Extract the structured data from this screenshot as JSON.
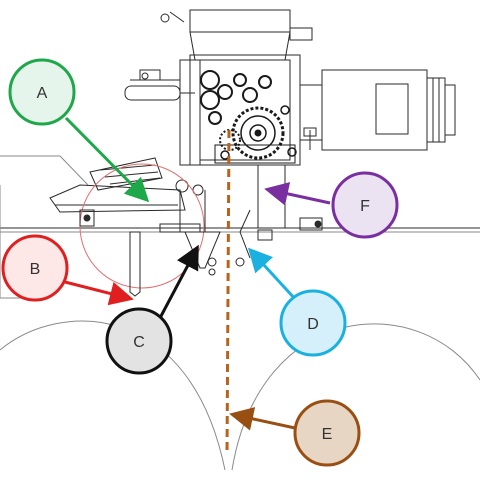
{
  "callouts": [
    {
      "id": "A",
      "label": "A",
      "color": "#1ea84a",
      "fill": "#e6f5ec"
    },
    {
      "id": "B",
      "label": "B",
      "color": "#e02020",
      "fill": "#fde7e7"
    },
    {
      "id": "C",
      "label": "C",
      "color": "#111111",
      "fill": "#e3e3e3"
    },
    {
      "id": "D",
      "label": "D",
      "color": "#1ab0e0",
      "fill": "#d6f0fb"
    },
    {
      "id": "E",
      "label": "E",
      "color": "#9a4f12",
      "fill": "#e8d6c5"
    },
    {
      "id": "F",
      "label": "F",
      "color": "#7a2fa0",
      "fill": "#ebe3f2"
    }
  ],
  "colors": {
    "drawing_line": "#2a2a2a",
    "light_line": "#8a8a8a",
    "red_circle": "#e07070",
    "dashed_line": "#b8631a"
  }
}
